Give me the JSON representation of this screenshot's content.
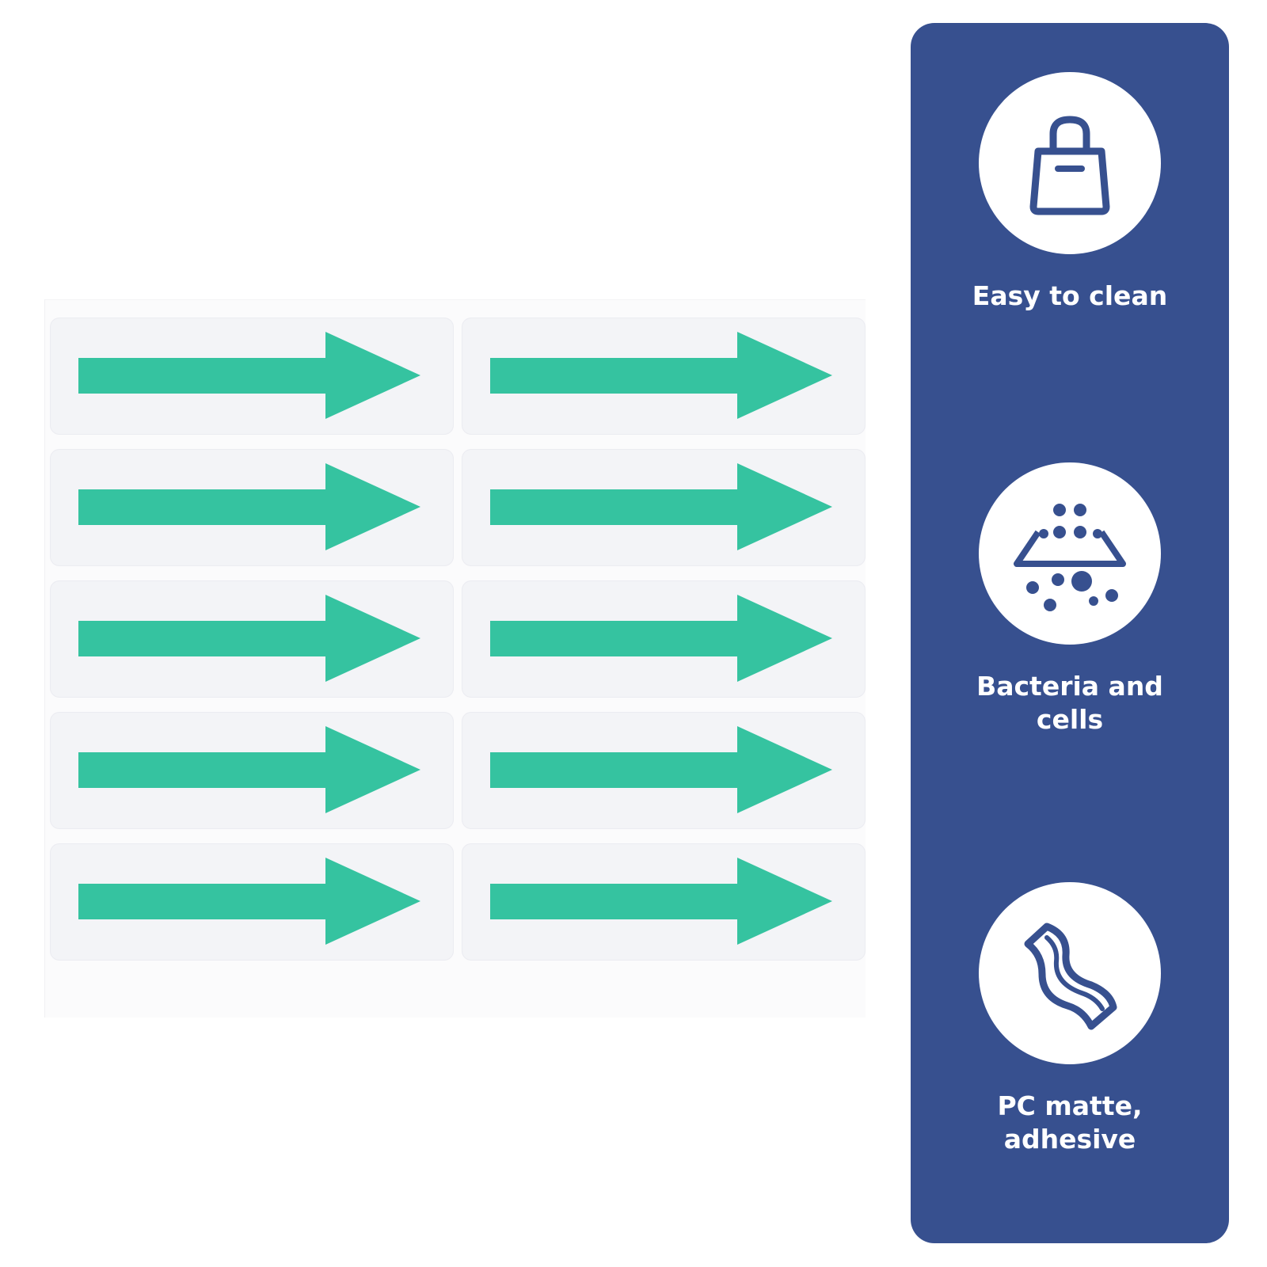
{
  "colors": {
    "panel": "#37508f",
    "arrow": "#35c3a0",
    "icon": "#37508f",
    "label": "#ffffff"
  },
  "sticker_sheet": {
    "rows": 5,
    "columns": 2,
    "sticker_icon": "right-arrow-icon"
  },
  "features": [
    {
      "icon": "shopping-bag-icon",
      "label": "Easy to clean"
    },
    {
      "icon": "filter-particles-icon",
      "label": "Bacteria and\ncells"
    },
    {
      "icon": "wavy-strip-icon",
      "label": "PC matte,\nadhesive"
    }
  ]
}
